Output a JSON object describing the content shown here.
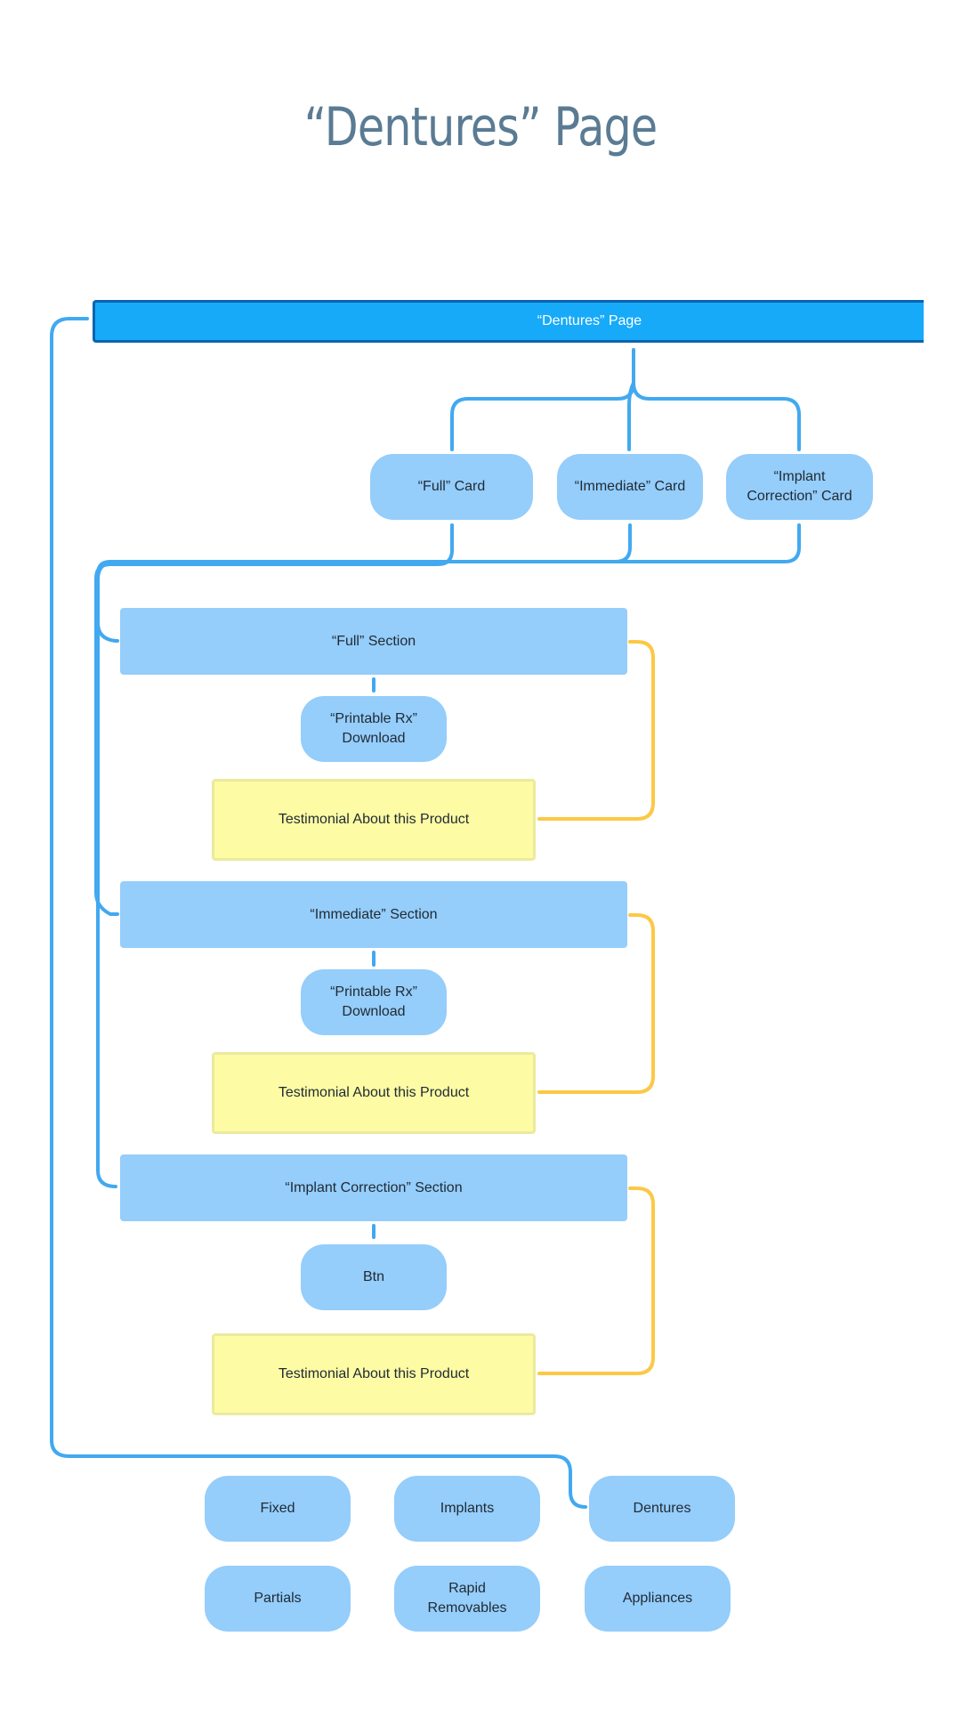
{
  "title": "“Dentures” Page",
  "colors": {
    "page_bar": "#17aaf9",
    "page_bar_border": "#0b64b0",
    "node_blue": "#95cdfb",
    "testimonial_yellow": "#fdfba4",
    "connector_blue": "#42a9f0",
    "connector_yellow": "#fcc845",
    "title": "#5a7b93"
  },
  "page_bar": "“Dentures” Page",
  "cards": {
    "full": "“Full” Card",
    "immediate": "“Immediate” Card",
    "implant": "“Implant Correction” Card"
  },
  "sections": [
    {
      "title": "“Full” Section",
      "action": "“Printable Rx” Download",
      "testimonial": "Testimonial About this Product"
    },
    {
      "title": "“Immediate” Section",
      "action": "“Printable Rx” Download",
      "testimonial": "Testimonial About this Product"
    },
    {
      "title": "“Implant Correction” Section",
      "action": "Btn",
      "testimonial": "Testimonial About this Product"
    }
  ],
  "nav_pages": [
    "Fixed",
    "Implants",
    "Dentures",
    "Partials",
    "Rapid Removables",
    "Appliances"
  ]
}
